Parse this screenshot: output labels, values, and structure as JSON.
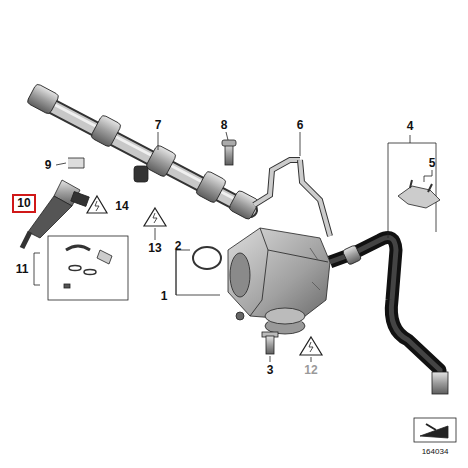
{
  "diagram": {
    "nodes": [
      {
        "text": [
          "10"
        ]
      }
    ],
    "labels": [
      "9",
      "14",
      "11",
      "7",
      "8",
      "6",
      "4",
      "5",
      "2",
      "1",
      "13",
      "3",
      "12",
      "164034"
    ]
  }
}
